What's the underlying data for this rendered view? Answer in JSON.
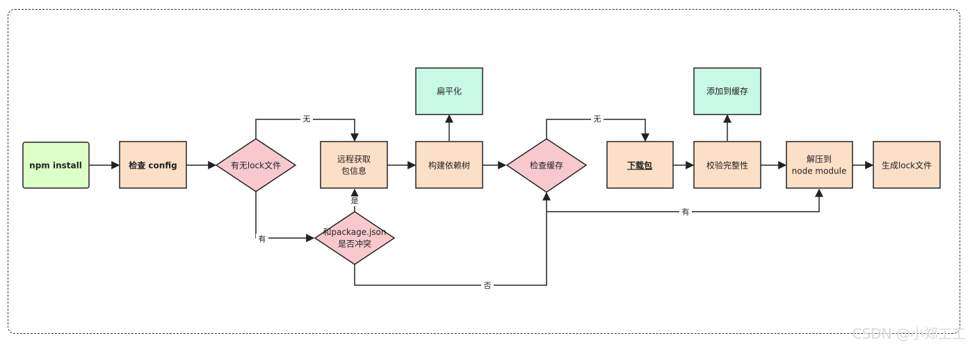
{
  "colors": {
    "start_fill": "#dcffc8",
    "process_fill": "#fbdfc7",
    "decision_fill": "#f7c9cd",
    "terminal_fill": "#c8f8e6",
    "stroke": "#222222"
  },
  "nodes": {
    "npm_install": "npm install",
    "check_config": "检查 config",
    "has_lock": "有无lock文件",
    "remote_fetch_1": "远程获取",
    "remote_fetch_2": "包信息",
    "build_tree": "构建依赖树",
    "flatten": "扁平化",
    "check_cache": "检查缓存",
    "download": "下载包",
    "verify": "校验完整性",
    "add_cache": "添加到缓存",
    "extract_1": "解压到",
    "extract_2": "node module",
    "gen_lock": "生成lock文件",
    "conflict_1": "和package.json",
    "conflict_2": "是否冲突"
  },
  "edge_labels": {
    "no_lock": "无",
    "has_lock": "有",
    "conflict_yes": "是",
    "conflict_no": "否",
    "cache_no": "无",
    "cache_yes": "有"
  },
  "watermark": "CSDN @小郑工工"
}
